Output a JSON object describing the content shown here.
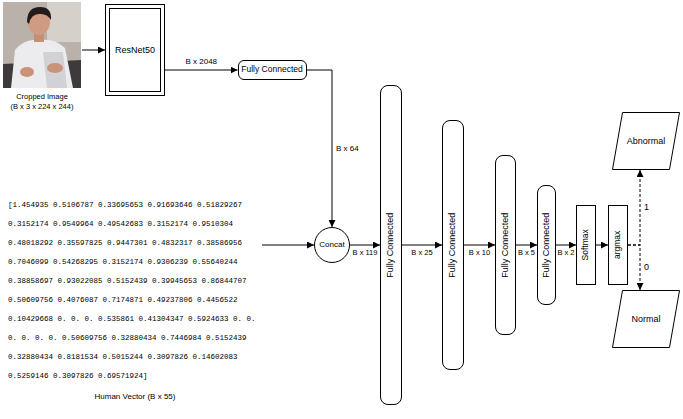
{
  "diagram": {
    "nodes": [
      {
        "text": [
          "Cropped Image",
          "(B x 3 x 224 x 244)"
        ]
      },
      {
        "text": [
          "ResNet50"
        ]
      },
      {
        "text": [
          "Fully Connected"
        ]
      },
      {
        "text": [
          "[1.454935 0.5106787 0.33695653 0.91693646 0.51829267 0.3152174 0.9549964 0.49542683 0.3152174 0.9510304 0.48018292 0.35597825 0.9447301 0.4832317 0.38586956 0.7046099 0.54268295 0.3152174 0.9306239 0.55640244 0.38858697 0.93022085 0.5152439 0.39945653 0.86844707 0.50609756 0.4076087 0.7174871 0.49237806 0.4456522 0.10429668 0. 0. 0. 0.535861 0.41304347 0.5924633 0. 0. 0. 0. 0. 0. 0.50609756 0.32880434 0.7446984 0.5152439 0.32880434 0.8181534 0.5015244 0.3097826 0.14602083 0.5259146 0.3097826 0.69571924]",
          "Human Vector (B x 55)"
        ]
      },
      {
        "text": [
          "Concat"
        ]
      },
      {
        "text": [
          "Fully Connected"
        ]
      },
      {
        "text": [
          "Fully Connected"
        ]
      },
      {
        "text": [
          "Fully Connected"
        ]
      },
      {
        "text": [
          "Fully Connected"
        ]
      },
      {
        "text": [
          "Softmax"
        ]
      },
      {
        "text": [
          "argmax"
        ]
      },
      {
        "text": [
          "Abnormal"
        ]
      },
      {
        "text": [
          "Normal"
        ]
      }
    ],
    "edges": [
      {
        "from": 0,
        "to": 1,
        "arrow": "to"
      },
      {
        "from": 1,
        "to": 2,
        "label": "B x 2048",
        "arrow": "to"
      },
      {
        "from": 2,
        "to": 4,
        "label": "B x 64",
        "arrow": "to"
      },
      {
        "from": 3,
        "to": 4,
        "arrow": "to"
      },
      {
        "from": 4,
        "to": 5,
        "label": "B x 119",
        "arrow": "to"
      },
      {
        "from": 5,
        "to": 6,
        "label": "B x 25",
        "arrow": "to"
      },
      {
        "from": 6,
        "to": 7,
        "label": "B x 10",
        "arrow": "to"
      },
      {
        "from": 7,
        "to": 8,
        "label": "B x 5",
        "arrow": "to"
      },
      {
        "from": 8,
        "to": 9,
        "label": "B x 2",
        "arrow": "to"
      },
      {
        "from": 9,
        "to": 10,
        "arrow": "to"
      },
      {
        "from": 10,
        "to": 11,
        "label": "1",
        "arrow": "to"
      },
      {
        "from": 10,
        "to": 12,
        "label": "0",
        "arrow": "to"
      }
    ]
  }
}
